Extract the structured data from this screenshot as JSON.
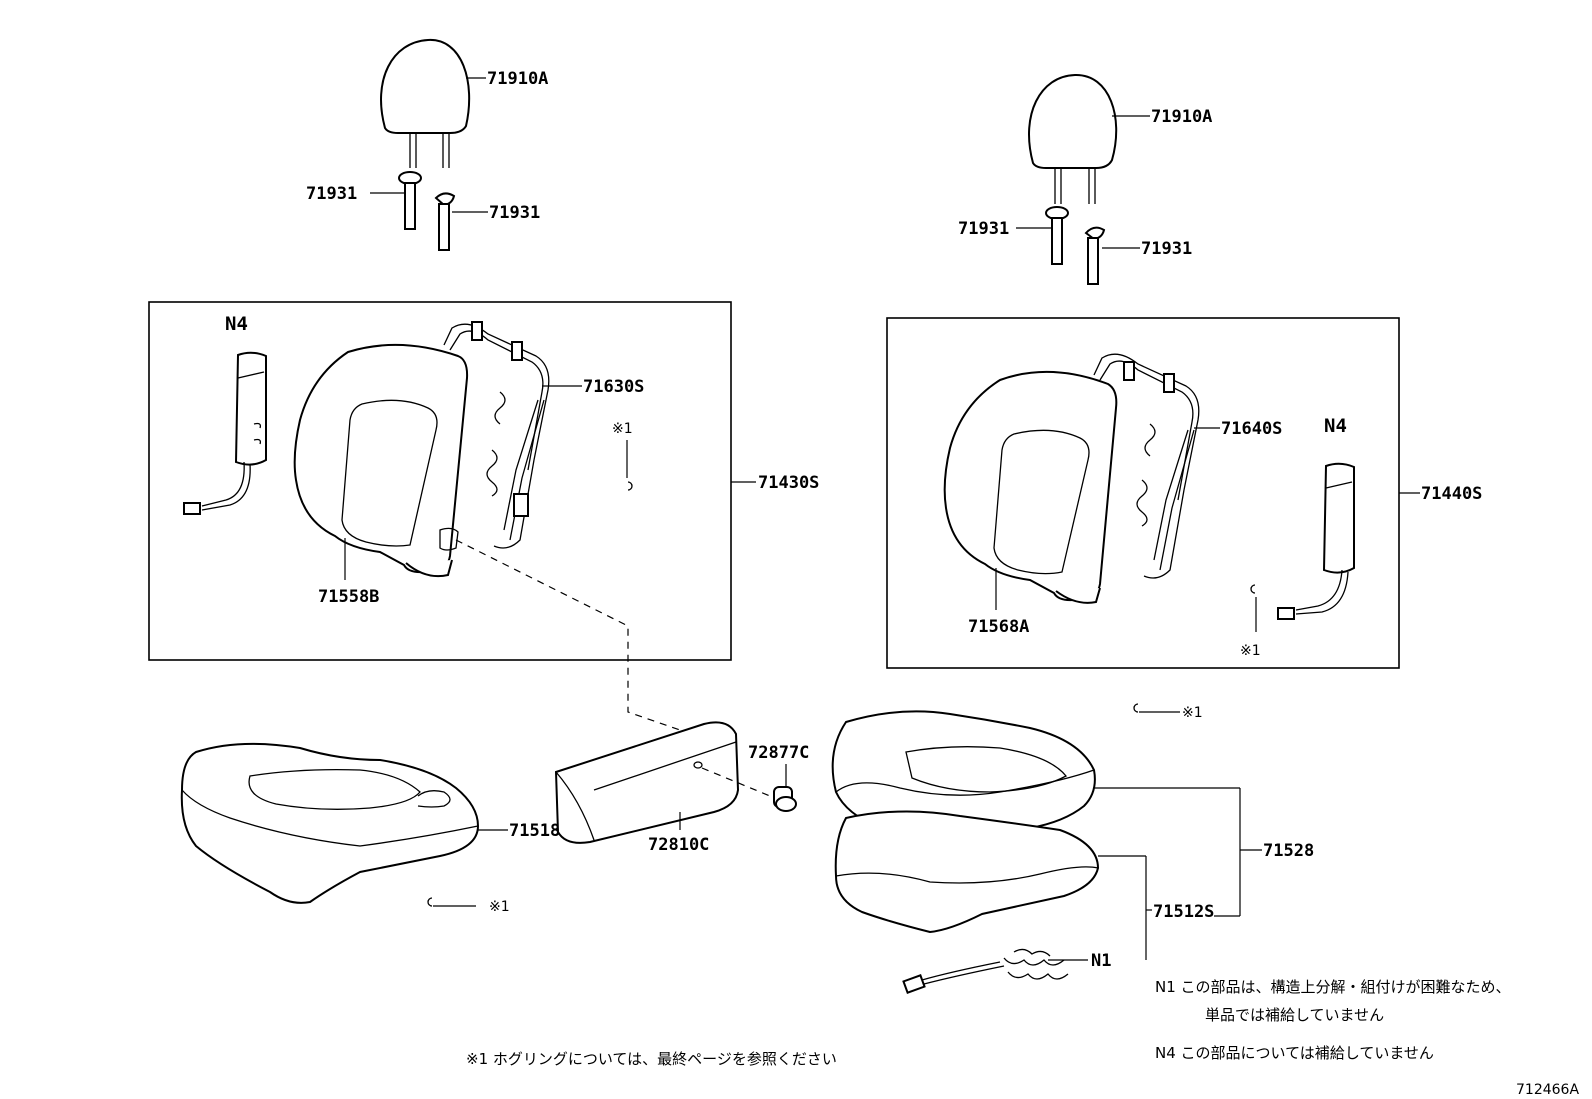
{
  "labels": {
    "headrest_left": "71910A",
    "headrest_right": "71910A",
    "support_left_a": "71931",
    "support_left_b": "71931",
    "support_right_a": "71931",
    "support_right_b": "71931",
    "airbag_left": "N4",
    "airbag_right": "N4",
    "frame_left": "71630S",
    "frame_right": "71640S",
    "back_assy_left": "71430S",
    "back_assy_right": "71440S",
    "cover_left": "71558B",
    "cover_right": "71568A",
    "ring_note_left_box": "※1",
    "ring_note_right_box": "※1",
    "ring_note_mid": "※1",
    "ring_note_bottom": "※1",
    "cushion_cover_left": "71518B",
    "armrest": "72810C",
    "armrest_cap": "72877C",
    "cushion_assy": "71528",
    "cushion_pad": "71512S",
    "heater": "N1",
    "diagram_id": "712466A"
  },
  "notes": {
    "n1_line1": "N1 この部品は、構造上分解・組付けが困難なため、",
    "n1_line2": "単品では補給していません",
    "n4": "N4 この部品については補給していません",
    "ring": "※1 ホグリングについては、最終ページを参照ください"
  }
}
